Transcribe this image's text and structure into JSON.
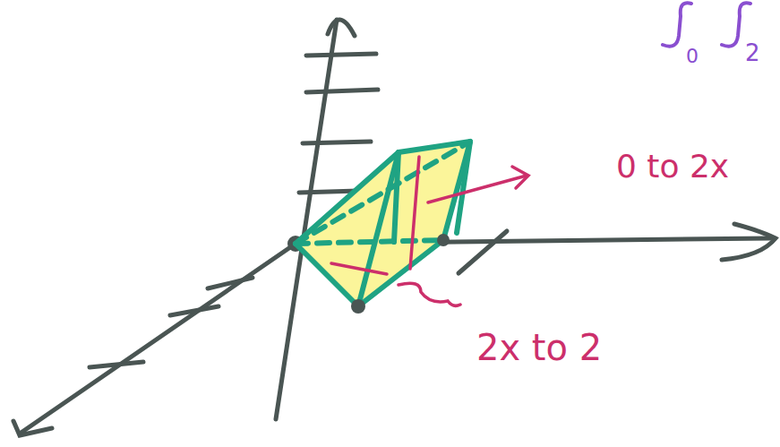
{
  "diagram": {
    "labels": [
      "0 to 2x",
      "2x to 2",
      "0",
      "2"
    ]
  }
}
